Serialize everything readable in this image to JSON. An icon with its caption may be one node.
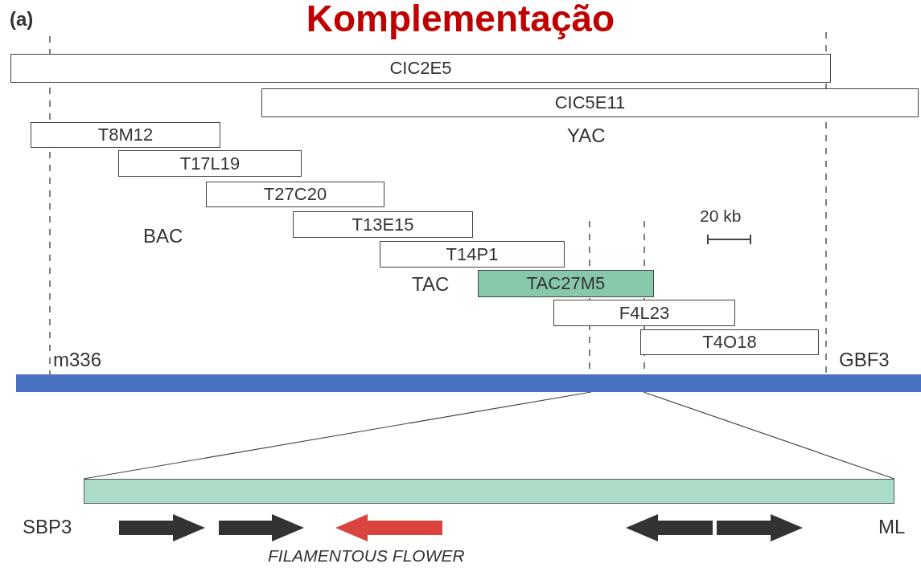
{
  "diagram": {
    "title": "Komplementação",
    "nodes": [
      {
        "text": [
          "CIC2E5"
        ]
      },
      {
        "text": [
          "CIC5E11"
        ]
      },
      {
        "text": [
          "T8M12"
        ]
      },
      {
        "text": [
          "T17L19"
        ]
      },
      {
        "text": [
          "T27C20"
        ]
      },
      {
        "text": [
          "T13E15"
        ]
      },
      {
        "text": [
          "T14P1"
        ]
      },
      {
        "text": [
          "TAC27M5"
        ]
      },
      {
        "text": [
          "F4L23"
        ]
      },
      {
        "text": [
          "T4O18"
        ]
      },
      {
        "text": [],
        "shape": "bar"
      },
      {
        "text": [],
        "shape": "bar"
      }
    ],
    "edges": [
      {
        "from": 10,
        "to": 11,
        "arrow": "none"
      },
      {
        "from": 10,
        "to": 11,
        "arrow": "none"
      }
    ],
    "labels": [
      "(a)",
      "YAC",
      "20 kb",
      "BAC",
      "TAC",
      "m336",
      "GBF3",
      "SBP3",
      "ML",
      "FILAMENTOUS FLOWER"
    ]
  }
}
